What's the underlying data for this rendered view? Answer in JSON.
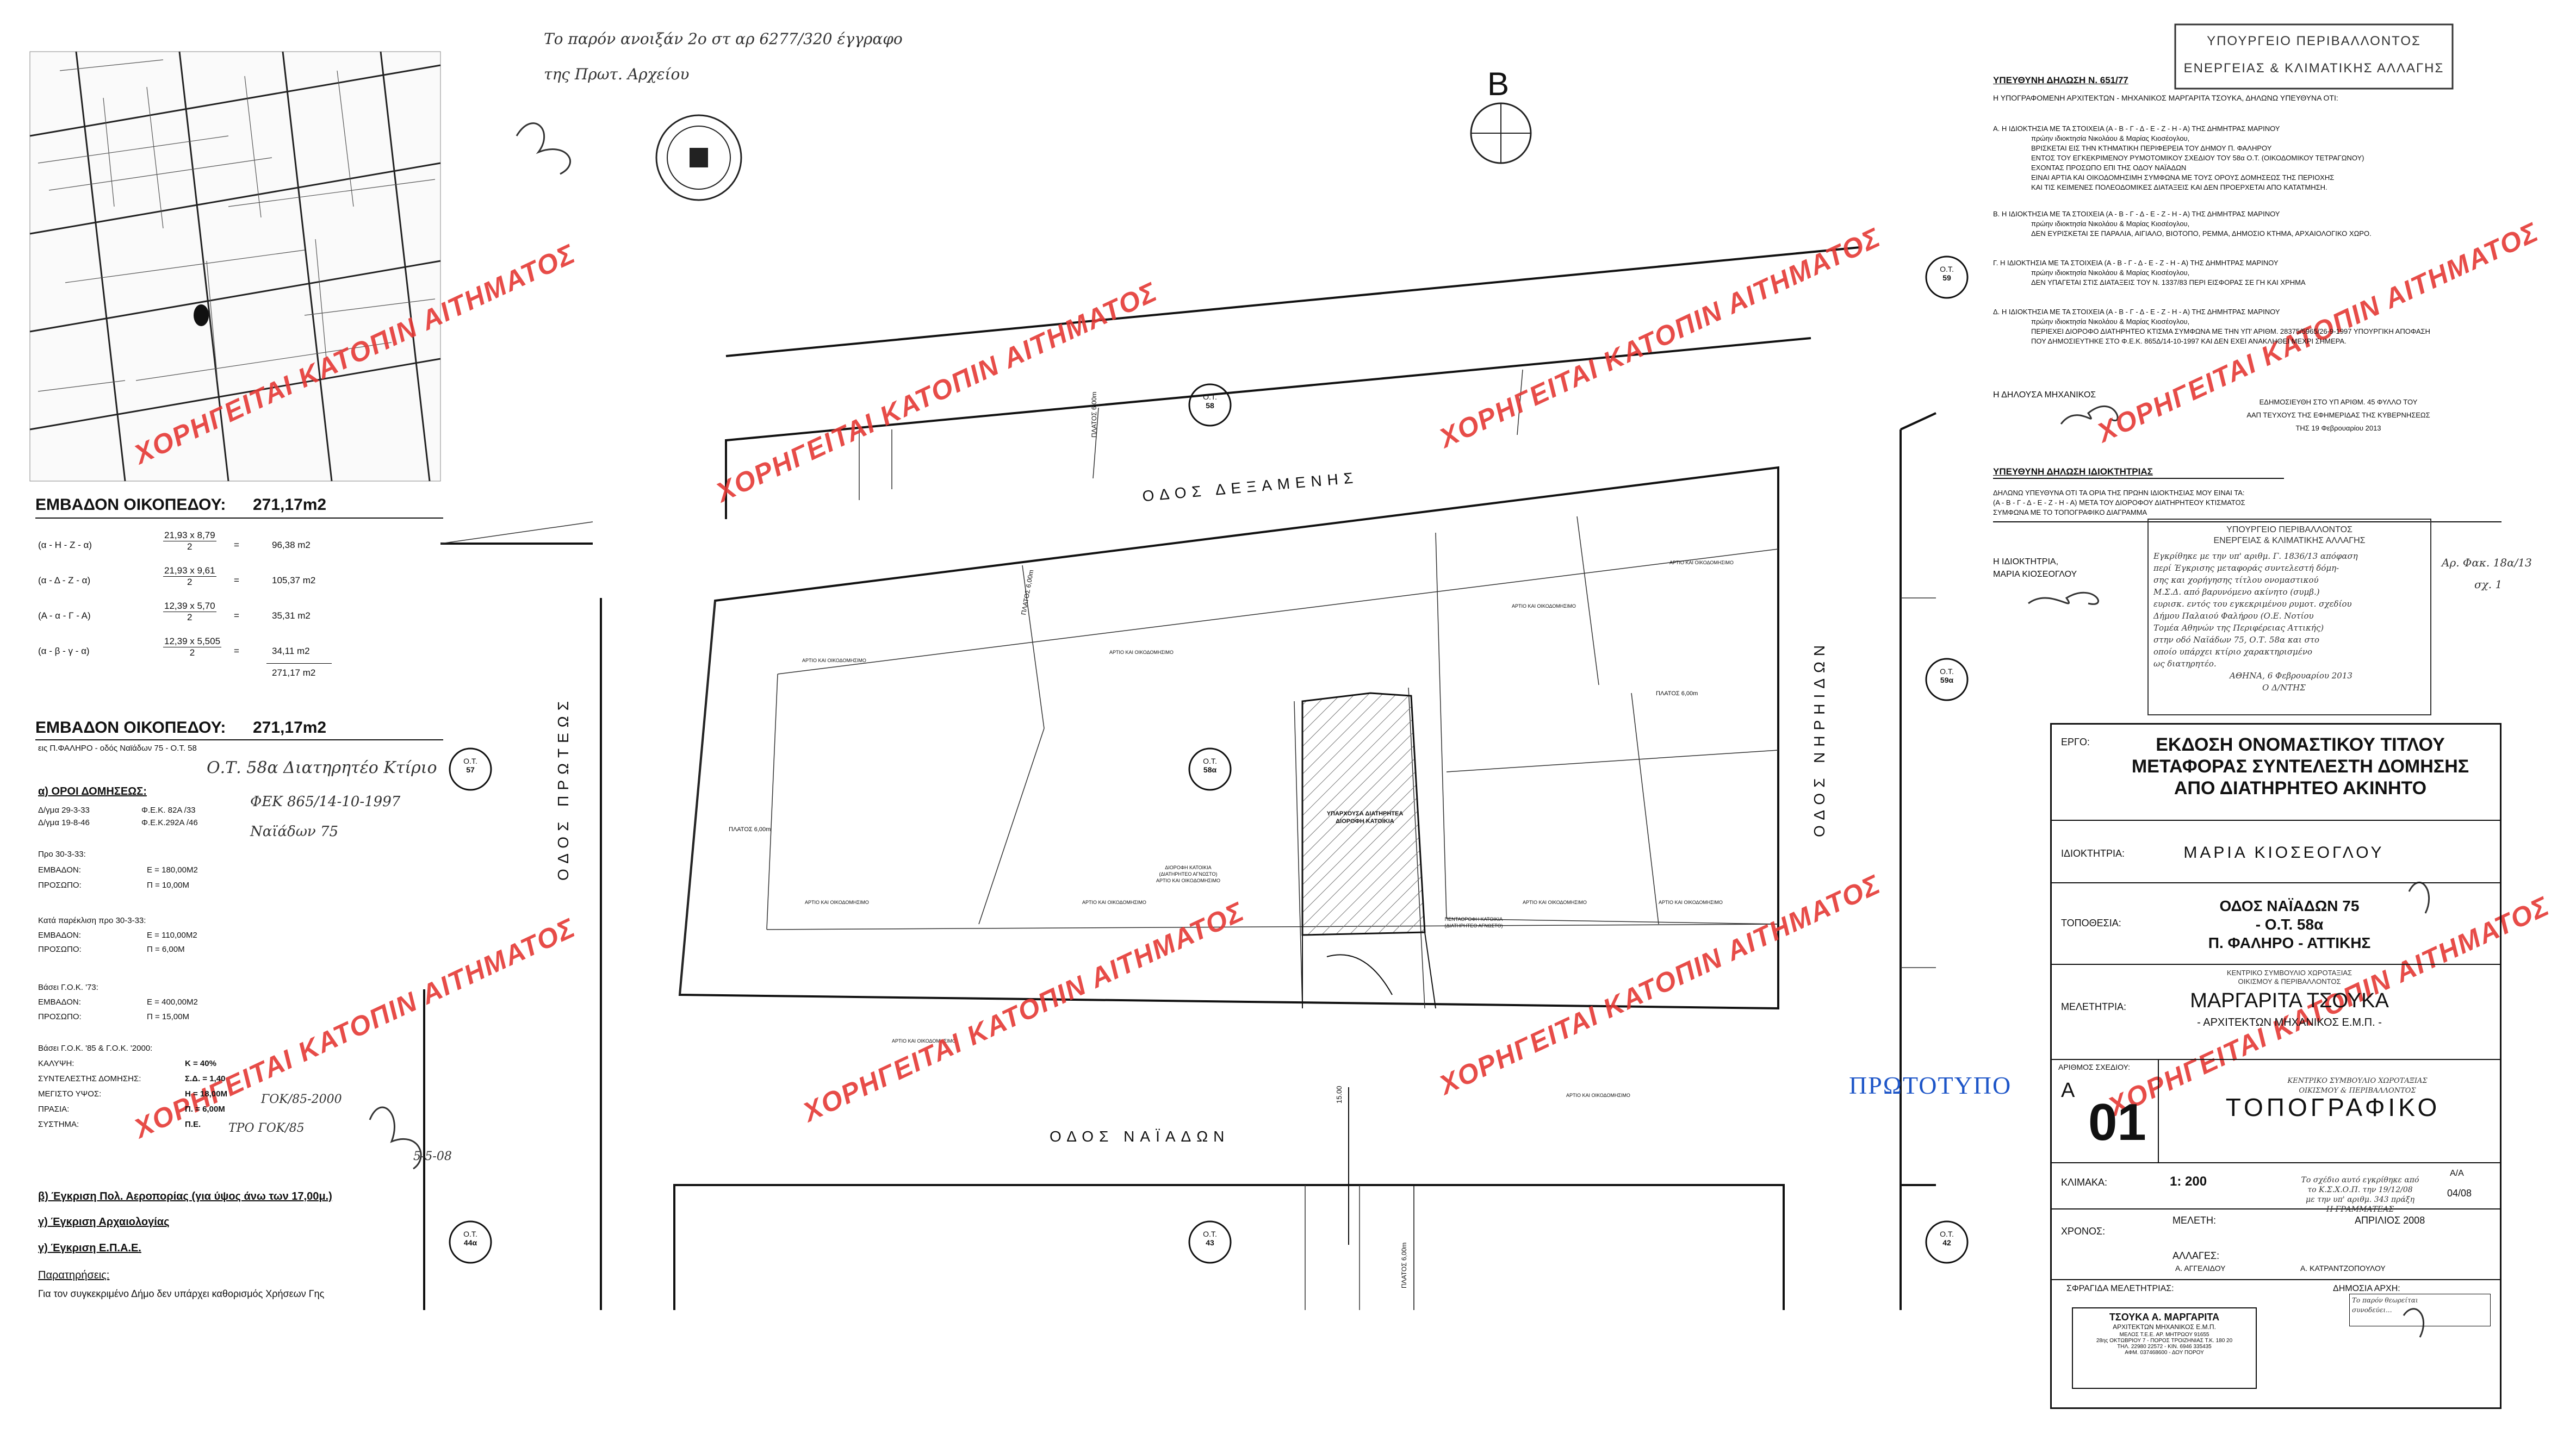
{
  "north_label": "B",
  "handwritten_top": [
    "Το παρόν ανοιξάν 2ο στ αρ 6277/320 έγγραφο",
    "της Πρωτ. Αρχείου"
  ],
  "watermark": "ΧΟΡΗΓΕΙΤΑΙ ΚΑΤΟΠΙΝ ΑΙΤΗΜΑΤΟΣ",
  "prototype_stamp": "ΠΡΩΤΟΤΥΠΟ",
  "streets": {
    "top": "ΟΔΟΣ ΔΕΞΑΜΕΝΗΣ",
    "bottom": "ΟΔΟΣ ΝΑΪΑΔΩΝ",
    "left": "ΟΔΟΣ ΠΡΩΤΕΩΣ",
    "right": "ΟΔΟΣ ΝΗΡΗΙΔΩΝ"
  },
  "blocks": [
    {
      "label": "Ο.Τ.",
      "num": "58"
    },
    {
      "label": "Ο.Τ.",
      "num": "57"
    },
    {
      "label": "Ο.Τ.",
      "num": "58α"
    },
    {
      "label": "Ο.Τ.",
      "num": "59"
    },
    {
      "label": "Ο.Τ.",
      "num": "59α"
    },
    {
      "label": "Ο.Τ.",
      "num": "44α"
    },
    {
      "label": "Ο.Τ.",
      "num": "43"
    },
    {
      "label": "Ο.Τ.",
      "num": "42"
    }
  ],
  "plan_labels": {
    "parcel": "ΑΡΤΙΟ ΚΑΙ ΟΙΚΟΔΟΜΗΣΙΜΟ",
    "existing_building": [
      "ΥΠΑΡΧΟΥΣΑ ΔΙΑΤΗΡΗΤΕΑ",
      "ΔΙΟΡΟΦΗ ΚΑΤΟΙΚΙΑ"
    ],
    "two_storey": [
      "ΔΙΟΡΟΦΗ ΚΑΤΟΙΚΙΑ",
      "(ΔΙΑΤΗΡΗΤΕΟ ΑΓΝΩΣΤΟ)",
      "ΑΡΤΙΟ ΚΑΙ ΟΙΚΟΔΟΜΗΣΙΜΟ"
    ],
    "five_storey": [
      "ΠΕΝΤΑΟΡΟΦΗ ΚΑΤΟΙΚΙΑ",
      "(ΔΙΑΤΗΡΗΤΕΟ ΑΓΝΩΣΤΟ)"
    ],
    "street_width": "15.00",
    "road_width_label": "ΠΛΑΤΟΣ 6,00m"
  },
  "area_section": {
    "title": "ΕΜΒΑΔΟΝ ΟΙΚΟΠΕΔΟΥ:",
    "total": "271,17m2",
    "rows": [
      {
        "label": "(α - Η - Ζ - α)",
        "num": "21,93 x 8,79",
        "den": "2",
        "eq": "=",
        "value": "96,38 m2"
      },
      {
        "label": "(α - Δ - Ζ - α)",
        "num": "21,93 x 9,61",
        "den": "2",
        "eq": "=",
        "value": "105,37 m2"
      },
      {
        "label": "(Α - α - Γ - Α)",
        "num": "12,39 x 5,70",
        "den": "2",
        "eq": "=",
        "value": "35,31 m2"
      },
      {
        "label": "(α - β - γ - α)",
        "num": "12,39 x 5,505",
        "den": "2",
        "eq": "=",
        "value": "34,11 m2"
      }
    ],
    "sum": "271,17 m2"
  },
  "terms_section": {
    "title": "ΕΜΒΑΔΟΝ ΟΙΚΟΠΕΔΟΥ:",
    "total": "271,17m2",
    "location": "εις Π.ΦΑΛΗΡΟ - οδός Ναϊάδων 75 - Ο.Τ. 58",
    "terms_title": "α) ΟΡΟΙ ΔΟΜΗΣΕΩΣ:",
    "decrees": [
      {
        "label": "Δ/γμα 29-3-33",
        "value": "Φ.Ε.Κ. 82Α /33"
      },
      {
        "label": "Δ/γμα 19-8-46",
        "value": "Φ.Ε.Κ.292Α /46"
      }
    ],
    "groups": [
      {
        "title": "Προ 30-3-33:",
        "items": [
          {
            "label": "ΕΜΒΑΔΟΝ:",
            "value": "Ε = 180,00Μ2"
          },
          {
            "label": "ΠΡΟΣΩΠΟ:",
            "value": "Π = 10,00Μ"
          }
        ]
      },
      {
        "title": "Κατά παρέκλιση προ 30-3-33:",
        "items": [
          {
            "label": "ΕΜΒΑΔΟΝ:",
            "value": "Ε = 110,00Μ2"
          },
          {
            "label": "ΠΡΟΣΩΠΟ:",
            "value": "Π = 6,00Μ"
          }
        ]
      },
      {
        "title": "Βάσει Γ.Ο.Κ. '73:",
        "items": [
          {
            "label": "ΕΜΒΑΔΟΝ:",
            "value": "Ε = 400,00Μ2"
          },
          {
            "label": "ΠΡΟΣΩΠΟ:",
            "value": "Π = 15,00Μ"
          }
        ]
      },
      {
        "title": "Βάσει Γ.Ο.Κ. '85 & Γ.Ο.Κ. '2000:",
        "items": [
          {
            "label": "ΚΑΛΥΨΗ:",
            "value": "Κ = 40%"
          },
          {
            "label": "ΣΥΝΤΕΛΕΣΤΗΣ ΔΟΜΗΣΗΣ:",
            "value": "Σ.Δ. = 1,40"
          },
          {
            "label": "ΜΕΓΙΣΤΟ ΥΨΟΣ:",
            "value": "Η = 18,00Μ"
          },
          {
            "label": "ΠΡΑΣΙΑ:",
            "value": "Π. = 6,00Μ"
          },
          {
            "label": "ΣΥΣΤΗΜΑ:",
            "value": "Π.Ε."
          }
        ]
      }
    ],
    "approvals": [
      "β) Έγκριση Πολ. Αεροπορίας (για ύψος άνω των 17,00μ.)",
      "γ) Έγκριση Αρχαιολογίας",
      "γ) Έγκριση Ε.Π.Α.Ε."
    ],
    "notes_title": "Παρατηρήσεις:",
    "notes_text": "Για τον συγκεκριμένο Δήμο δεν υπάρχει καθορισμός Χρήσεων Γης",
    "hand_notes": [
      "Ο.Τ. 58α Διατηρητέο Κτίριο",
      "ΦΕΚ 865/14-10-1997",
      "Ναϊάδων 75",
      "ΓΟΚ/85-2000",
      "ΤΡΟ ΓΟΚ/85",
      "5-5-08"
    ]
  },
  "right_top_stamp": [
    "ΥΠΟΥΡΓΕΙΟ ΠΕΡΙΒΑΛΛΟΝΤΟΣ",
    "ΕΝΕΡΓΕΙΑΣ & ΚΛΙΜΑΤΙΚΗΣ ΑΛΛΑΓΗΣ"
  ],
  "declaration": {
    "title": "ΥΠΕΥΘΥΝΗ ΔΗΛΩΣΗ Ν. 651/77",
    "intro": "Η ΥΠΟΓΡΑΦΟΜΕΝΗ ΑΡΧΙΤΕΚΤΩΝ - ΜΗΧΑΝΙΚΟΣ ΜΑΡΓΑΡΙΤΑ ΤΣΟΥΚΑ, ΔΗΛΩΝΩ ΥΠΕΥΘΥΝΑ ΟΤΙ:",
    "paragraphs": [
      [
        "Α. Η ΙΔΙΟΚΤΗΣΙΑ ΜΕ ΤΑ ΣΤΟΙΧΕΙΑ (Α - Β - Γ - Δ - Ε - Ζ - Η - Α) ΤΗΣ ΔΗΜΗΤΡΑΣ ΜΑΡΙΝΟΥ",
        "πρώην ιδιοκτησία Νικολάου & Μαρίας Κιοσέογλου,",
        "ΒΡΙΣΚΕΤΑΙ ΕΙΣ ΤΗΝ ΚΤΗΜΑΤΙΚΗ ΠΕΡΙΦΕΡΕΙΑ ΤΟΥ ΔΗΜΟΥ Π. ΦΑΛΗΡΟΥ",
        "ΕΝΤΟΣ ΤΟΥ ΕΓΚΕΚΡΙΜΕΝΟΥ ΡΥΜΟΤΟΜΙΚΟΥ ΣΧΕΔΙΟΥ ΤΟΥ 58α Ο.Τ. (ΟΙΚΟΔΟΜΙΚΟΥ ΤΕΤΡΑΓΩΝΟΥ)",
        "ΕΧΟΝΤΑΣ ΠΡΟΣΩΠΟ ΕΠΙ ΤΗΣ ΟΔΟΥ ΝΑΪΑΔΩΝ",
        "ΕΙΝΑΙ ΑΡΤΙΑ ΚΑΙ ΟΙΚΟΔΟΜΗΣΙΜΗ ΣΥΜΦΩΝΑ ΜΕ ΤΟΥΣ ΟΡΟΥΣ ΔΟΜΗΣΕΩΣ ΤΗΣ ΠΕΡΙΟΧΗΣ",
        "ΚΑΙ ΤΙΣ ΚΕΙΜΕΝΕΣ ΠΟΛΕΟΔΟΜΙΚΕΣ ΔΙΑΤΑΞΕΙΣ ΚΑΙ ΔΕΝ ΠΡΟΕΡΧΕΤΑΙ ΑΠΟ ΚΑΤΑΤΜΗΣΗ."
      ],
      [
        "Β. Η ΙΔΙΟΚΤΗΣΙΑ ΜΕ ΤΑ ΣΤΟΙΧΕΙΑ (Α - Β - Γ - Δ - Ε - Ζ - Η - Α) ΤΗΣ ΔΗΜΗΤΡΑΣ ΜΑΡΙΝΟΥ",
        "πρώην ιδιοκτησία Νικολάου & Μαρίας Κιοσέογλου,",
        "ΔΕΝ ΕΥΡΙΣΚΕΤΑΙ ΣΕ ΠΑΡΑΛΙΑ, ΑΙΓΙΑΛΟ, ΒΙΟΤΟΠΟ, ΡΕΜΜΑ, ΔΗΜΟΣΙΟ ΚΤΗΜΑ, ΑΡΧΑΙΟΛΟΓΙΚΟ ΧΩΡΟ."
      ],
      [
        "Γ. Η ΙΔΙΟΚΤΗΣΙΑ ΜΕ ΤΑ ΣΤΟΙΧΕΙΑ (Α - Β - Γ - Δ - Ε - Ζ - Η - Α) ΤΗΣ ΔΗΜΗΤΡΑΣ ΜΑΡΙΝΟΥ",
        "πρώην ιδιοκτησία Νικολάου & Μαρίας Κιοσέογλου,",
        "ΔΕΝ ΥΠΑΓΕΤΑΙ ΣΤΙΣ ΔΙΑΤΑΞΕΙΣ ΤΟΥ Ν. 1337/83 ΠΕΡΙ ΕΙΣΦΟΡΑΣ ΣΕ ΓΗ ΚΑΙ ΧΡΗΜΑ"
      ],
      [
        "Δ. Η ΙΔΙΟΚΤΗΣΙΑ ΜΕ ΤΑ ΣΤΟΙΧΕΙΑ (Α - Β - Γ - Δ - Ε - Ζ - Η - Α) ΤΗΣ ΔΗΜΗΤΡΑΣ ΜΑΡΙΝΟΥ",
        "πρώην ιδιοκτησία Νικολάου & Μαρίας Κιοσέογλου,",
        "ΠΕΡΙΕΧΕΙ ΔΙΟΡΟΦΟ ΔΙΑΤΗΡΗΤΕΟ ΚΤΙΣΜΑ ΣΥΜΦΩΝΑ ΜΕ ΤΗΝ ΥΠ' ΑΡΙΘΜ. 28375/5965/26-9-1997 ΥΠΟΥΡΓΙΚΗ ΑΠΟΦΑΣΗ",
        "ΠΟΥ ΔΗΜΟΣΙΕΥΤΗΚΕ ΣΤΟ Φ.Ε.Κ. 865Δ/14-10-1997 ΚΑΙ ΔΕΝ ΕΧΕΙ ΑΝΑΚΛΗΘΕΙ ΜΕΧΡΙ ΣΗΜΕΡΑ."
      ]
    ],
    "engineer_label": "Η ΔΗΛΟΥΣΑ ΜΗΧΑΝΙΚΟΣ",
    "publish_lines": [
      "ΕΔΗΜΟΣΙΕΥΘΗ ΣΤΟ ΥΠ ΑΡΙΘΜ. 45 ΦΥΛΛΟ ΤΟΥ",
      "ΑΑΠ ΤΕΥΧΟΥΣ ΤΗΣ ΕΦΗΜΕΡΙΔΑΣ ΤΗΣ ΚΥΒΕΡΝΗΣΕΩΣ",
      "ΤΗΣ 19 Φεβρουαρίου 2013"
    ]
  },
  "owner_declaration": {
    "title": "ΥΠΕΥΘΥΝΗ ΔΗΛΩΣΗ ΙΔΙΟΚΤΗΤΡΙΑΣ",
    "lines": [
      "ΔΗΛΩΝΩ ΥΠΕΥΘΥΝΑ ΟΤΙ ΤΑ ΟΡΙΑ ΤΗΣ ΠΡΩΗΝ ΙΔΙΟΚΤΗΣΙΑΣ ΜΟΥ ΕΙΝΑΙ ΤΑ:",
      "(Α - Β - Γ - Δ - Ε - Ζ - Η - Α) ΜΕΤΑ ΤΟΥ ΔΙΟΡΟΦΟΥ ΔΙΑΤΗΡΗΤΕΟΥ ΚΤΙΣΜΑΤΟΣ",
      "ΣΥΜΦΩΝΑ ΜΕ ΤΟ ΤΟΠΟΓΡΑΦΙΚΟ ΔΙΑΓΡΑΜΜΑ"
    ],
    "owner_label": "Η ΙΔΙΟΚΤΗΤΡΙΑ,",
    "owner_name": "ΜΑΡΙΑ ΚΙΟΣΕΟΓΛΟΥ",
    "stamp_title": [
      "ΥΠΟΥΡΓΕΙΟ ΠΕΡΙΒΑΛΛΟΝΤΟΣ",
      "ΕΝΕΡΓΕΙΑΣ & ΚΛΙΜΑΤΙΚΗΣ ΑΛΛΑΓΗΣ"
    ],
    "stamp_text": [
      "Εγκρίθηκε με την υπ' αριθμ. Γ. 1836/13 απόφαση",
      "περί Έγκρισης μεταφοράς συντελεστή δόμη-",
      "σης και χορήγησης τίτλου ονομαστικού",
      "Μ.Σ.Δ. από βαρυνόμενο ακίνητο (συμβ.)",
      "ευρισκ. εντός του εγκεκριμένου ρυμοτ. σχεδίου",
      "Δήμου Παλαιού Φαλήρου (Ο.Ε. Νοτίου",
      "Τομέα Αθηνών της Περιφέρειας Αττικής)",
      "στην οδό Ναϊάδων 75, Ο.Τ. 58α και στο",
      "οποίο υπάρχει κτίριο χαρακτηρισμένο",
      "ως διατηρητέο.",
      "ΑΘΗΝΑ, 6 Φεβρουαρίου 2013",
      "Ο Δ/ΝΤΗΣ"
    ],
    "stamp_side": [
      "Αρ. Φακ. 18α/13",
      "σχ. 1"
    ]
  },
  "title_block": {
    "project_label": "ΕΡΓΟ:",
    "project_lines": [
      "ΕΚΔΟΣΗ ΟΝΟΜΑΣΤΙΚΟΥ ΤΙΤΛΟΥ",
      "ΜΕΤΑΦΟΡΑΣ ΣΥΝΤΕΛΕΣΤΗ ΔΟΜΗΣΗΣ",
      "ΑΠΟ ΔΙΑΤΗΡΗΤΕΟ ΑΚΙΝΗΤΟ"
    ],
    "owner_label": "ΙΔΙΟΚΤΗΤΡΙΑ:",
    "owner": "ΜΑΡΙΑ ΚΙΟΣΕΟΓΛΟΥ",
    "location_label": "ΤΟΠΟΘΕΣΙΑ:",
    "location_lines": [
      "ΟΔΟΣ ΝΑΪΑΔΩΝ 75",
      "- Ο.Τ. 58α",
      "Π. ΦΑΛΗΡΟ - ΑΤΤΙΚΗΣ"
    ],
    "designer_label": "ΜΕΛΕΤΗΤΡΙΑ:",
    "designer_stamp": [
      "ΚΕΝΤΡΙΚΟ ΣΥΜΒΟΥΛΙΟ ΧΩΡΟΤΑΞΙΑΣ",
      "ΟΙΚΙΣΜΟΥ & ΠΕΡΙΒΑΛΛΟΝΤΟΣ"
    ],
    "designer": "ΜΑΡΓΑΡΙΤΑ ΤΣΟΥΚΑ",
    "designer_sub": "- ΑΡΧΙΤΕΚΤΩΝ ΜΗΧΑΝΙΚΟΣ Ε.Μ.Π. -",
    "drawing_no_label": "ΑΡΙΘΜΟΣ ΣΧΕΔΙΟΥ:",
    "drawing_letter": "Α",
    "drawing_no": "01",
    "drawing_title": "ΤΟΠΟΓΡΑΦΙΚΟ",
    "scale_label": "ΚΛΙΜΑΚΑ:",
    "scale": "1: 200",
    "aa_label": "Α/Α",
    "aa_value": "04/08",
    "time_label": "ΧΡΟΝΟΣ:",
    "study_label": "ΜΕΛΕΤΗ:",
    "study_value": "ΑΠΡΙΛΙΟΣ 2008",
    "changes_label": "ΑΛΛΑΓΕΣ:",
    "kesyp_lines": [
      "ΚΕΝΤΡΙΚΟ ΣΥΜΒΟΥΛΙΟ ΧΩΡΟΤΑΞΙΑΣ",
      "ΟΙΚΙΣΜΟΥ & ΠΕΡΙΒΑΛΛΟΝΤΟΣ",
      "Το σχέδιο αυτό εγκρίθηκε από",
      "το Κ.Σ.Χ.Ο.Π. την 19/12/08",
      "με την υπ' αριθμ. 343 πράξη",
      "Η ΓΡΑΜΜΑΤΕΑΣ"
    ],
    "signatures": [
      "Α. ΑΓΓΕΛΙΔΟΥ",
      "Α. ΚΑΤΡΑΝΤΖΟΠΟΥΛΟΥ"
    ],
    "seal_label": "ΣΦΡΑΓΙΔΑ ΜΕΛΕΤΗΤΡΙΑΣ:",
    "authority_label": "ΔΗΜΟΣΙΑ ΑΡΧΗ:",
    "seal_lines": [
      "ΤΣΟΥΚΑ Α. ΜΑΡΓΑΡΙΤΑ",
      "ΑΡΧΙΤΕΚΤΩΝ ΜΗΧΑΝΙΚΟΣ Ε.Μ.Π.",
      "ΜΕΛΟΣ Τ.Ε.Ε. ΑΡ. ΜΗΤΡΩΟΥ 91655",
      "28ης ΟΚΤΩΒΡΙΟΥ 7 - ΠΟΡΟΣ ΤΡΟΙΖΗΝΙΑΣ Τ.Κ. 180 20",
      "ΤΗΛ. 22980 22572 - ΚΙΝ. 6946 335435",
      "ΑΦΜ. 037468600 - ΔΟΥ ΠΟΡΟΥ"
    ],
    "authority_text": [
      "Το παρόν θεωρείται",
      "συνοδεύει..."
    ]
  }
}
